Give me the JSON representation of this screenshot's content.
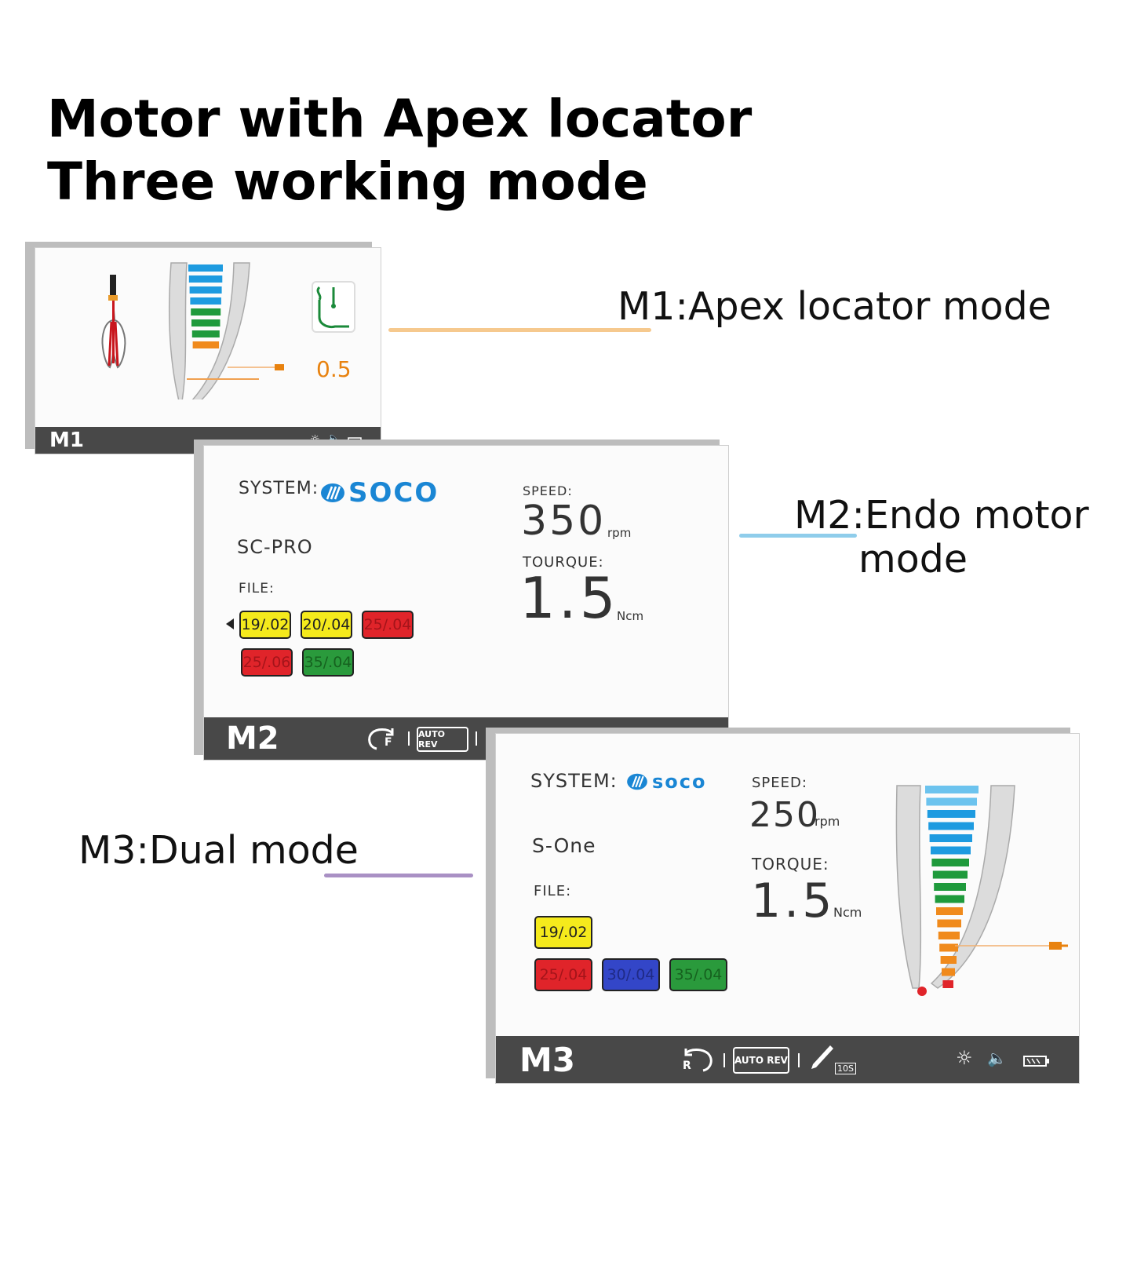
{
  "header": {
    "title_line1": "Motor with Apex locator",
    "title_line2": "Three working mode"
  },
  "callouts": {
    "m1": "M1:Apex locator mode",
    "m2_line1": "M2:Endo motor",
    "m2_line2": "mode",
    "m3": "M3:Dual mode"
  },
  "colors": {
    "m1_line": "#f6c98e",
    "m2_line": "#8fcdeb",
    "m3_line": "#a990c4",
    "chip_yellow": "#f5ea1c",
    "chip_red": "#e0242a",
    "chip_green": "#2a9a3c",
    "chip_blue": "#3346c8"
  },
  "m1": {
    "mode": "M1",
    "apex_value": "0.5",
    "icons": [
      "tooth-icon",
      "canal-gauge-icon",
      "lip-clip-icon",
      "brightness-icon",
      "volume-icon",
      "battery-icon"
    ]
  },
  "m2": {
    "mode": "M2",
    "system_label": "SYSTEM:",
    "brand": "SOCO",
    "file_system": "SC-PRO",
    "file_label": "FILE:",
    "files_row1": [
      "19/.02",
      "20/.04",
      "25/.04"
    ],
    "files_row2": [
      "25/.06",
      "35/.04"
    ],
    "speed_label": "SPEED:",
    "speed_value": "350",
    "speed_unit": "rpm",
    "torque_label": "TOURQUE:",
    "torque_value": "1.5",
    "torque_unit": "Ncm",
    "forward_label": "F",
    "auto_rev": "AUTO REV"
  },
  "m3": {
    "mode": "M3",
    "system_label": "SYSTEM:",
    "brand": "soco",
    "file_system": "S-One",
    "file_label": "FILE:",
    "files_row1": [
      "19/.02"
    ],
    "files_row2": [
      "25/.04",
      "30/.04",
      "35/.04"
    ],
    "speed_label": "SPEED:",
    "speed_value": "250",
    "speed_unit": "rpm",
    "torque_label": "TORQUE:",
    "torque_value": "1.5",
    "torque_unit": "Ncm",
    "reverse_label": "R",
    "auto_rev": "AUTO REV",
    "handpiece_time": "10S"
  }
}
